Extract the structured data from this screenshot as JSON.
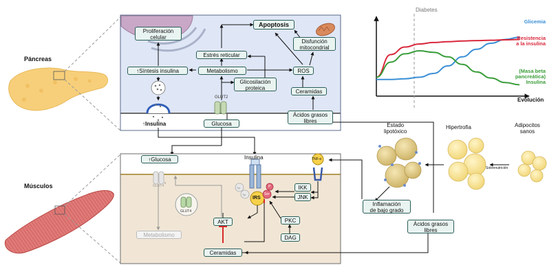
{
  "organs": {
    "pancreas": "Páncreas",
    "muscle": "Músculos"
  },
  "pancreas_panel": {
    "proliferation": [
      "Proliferación",
      "celular"
    ],
    "apoptosis": "Apoptosis",
    "reticular_stress": "Estrés reticular",
    "insulin_synthesis": "↑Síntesis insulina",
    "metabolism": "Metabolismo",
    "mito_dysfunction": [
      "Disfunción",
      "mitocondrial"
    ],
    "ros": "ROS",
    "glycosylation": [
      "Glicosilación",
      "proteica"
    ],
    "ceramides": "Ceramidas",
    "glut2": "GLUT2",
    "insulin_out": "↑Insulina",
    "glucose": "Glucosa",
    "fatty_acids": [
      "Ácidos grasos",
      "libres"
    ]
  },
  "muscle_panel": {
    "glucose": "↑Glucosa",
    "insulin": "Insulina",
    "glut4_membrane": "GLUT4",
    "glut4_vesicle": "GLUT4",
    "tnf": "TNF-α",
    "ikk": "IKK",
    "jnk": "JNK",
    "irs": "IRS",
    "p": "P",
    "ser": "Ser",
    "tyr": "Tyr",
    "akt": "AKT",
    "pkc": "PKC",
    "dag": "DAG",
    "metabolism": "Metabolismo",
    "ceramides": "Ceramidas"
  },
  "adipose": {
    "lipotoxic": [
      "Estado",
      "lipotóxico"
    ],
    "hypertrophy": "Hipertrofia",
    "healthy": [
      "Adipocitos",
      "sanos"
    ],
    "overnutrition": "Sobrenutrición",
    "inflammation": [
      "Inflamación",
      "de bajo grado"
    ],
    "fatty_acids": [
      "Ácidos grasos",
      "libres"
    ]
  },
  "chart_data": {
    "type": "line",
    "title": "",
    "xlabel": "Evolución",
    "ylabel": "",
    "marker_label": "Diabetes",
    "series": [
      {
        "name": "Glicemia",
        "color": "#3a8fd6",
        "values": [
          0.22,
          0.22,
          0.23,
          0.25,
          0.3,
          0.4,
          0.52,
          0.62,
          0.7,
          0.75,
          0.78
        ]
      },
      {
        "name": "Resistencia a la insulina",
        "color": "#d8283b",
        "values": [
          0.25,
          0.55,
          0.65,
          0.69,
          0.71,
          0.72,
          0.73,
          0.735,
          0.74,
          0.745,
          0.75
        ]
      },
      {
        "name": "(Masa beta pancreática) Insulina",
        "color": "#3a9d3a",
        "values": [
          0.25,
          0.45,
          0.56,
          0.6,
          0.58,
          0.52,
          0.42,
          0.32,
          0.24,
          0.18,
          0.15
        ]
      }
    ],
    "legend_lines": [
      {
        "series": 0,
        "lines": [
          "Glicemia"
        ]
      },
      {
        "series": 1,
        "lines": [
          "Resistencia",
          "a la insulina"
        ]
      },
      {
        "series": 2,
        "lines": [
          "(Masa beta",
          "pancreática)",
          "Insulina"
        ]
      }
    ],
    "legend": "right",
    "grid": false
  }
}
